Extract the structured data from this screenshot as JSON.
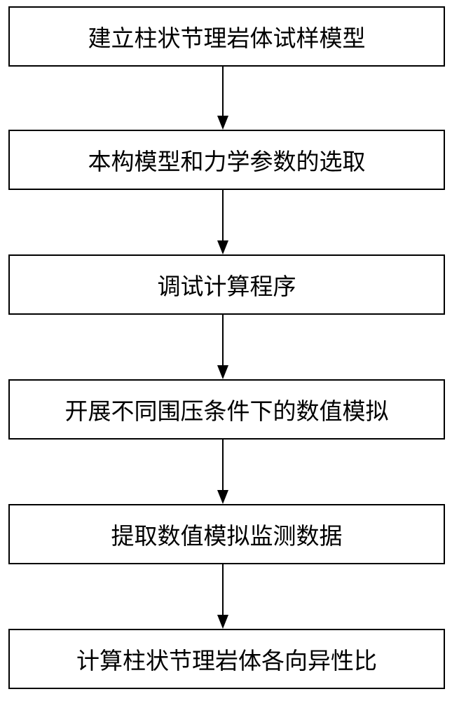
{
  "flowchart": {
    "steps": [
      {
        "label": "建立柱状节理岩体试样模型"
      },
      {
        "label": "本构模型和力学参数的选取"
      },
      {
        "label": "调试计算程序"
      },
      {
        "label": "开展不同围压条件下的数值模拟"
      },
      {
        "label": "提取数值模拟监测数据"
      },
      {
        "label": "计算柱状节理岩体各向异性比"
      }
    ]
  },
  "colors": {
    "border": "#000000",
    "text": "#000000",
    "background": "#ffffff"
  }
}
